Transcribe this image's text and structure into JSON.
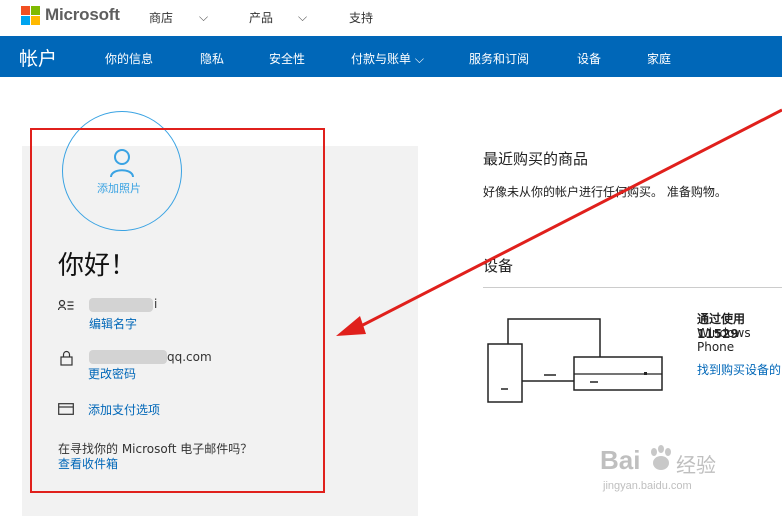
{
  "brand": "Microsoft",
  "top_nav": [
    "商店",
    "产品",
    "支持"
  ],
  "top_nav_chevron": "⌵",
  "account_nav": {
    "title": "帐户",
    "items": [
      "你的信息",
      "隐私",
      "安全性",
      "付款与账单 ⌵",
      "服务和订阅",
      "设备",
      "家庭"
    ]
  },
  "profile": {
    "add_photo": "添加照片",
    "greeting": "你好！",
    "name_suffix": "i",
    "edit_name": "编辑名字",
    "email_suffix": "qq.com",
    "change_password": "更改密码",
    "add_payment": "添加支付选项",
    "ms_email_question": "在寻找你的 Microsoft 电子邮件吗？",
    "view_inbox": "查看收件箱"
  },
  "purchases": {
    "title": "最近购买的商品",
    "message": "好像未从你的帐户进行任何购买。 准备购物。"
  },
  "devices": {
    "title": "设备",
    "via_line": "通过使用 11529",
    "phone_line": "Windows Phone",
    "find_link": "找到购买设备的"
  },
  "watermark": {
    "logo": "Bai",
    "logo_suffix": "经验",
    "url": "jingyan.baidu.com"
  },
  "colors": {
    "nav_blue": "#0067b8",
    "link_blue": "#0067b8",
    "avatar_blue": "#3aa3e3",
    "annotation_red": "#e0201c",
    "card_bg": "#f2f2f2"
  },
  "icons": {
    "avatar": "person-outline-icon",
    "name": "contact-card-icon",
    "password": "lock-icon",
    "payment": "credit-card-icon",
    "device": "devices-illustration-icon"
  }
}
